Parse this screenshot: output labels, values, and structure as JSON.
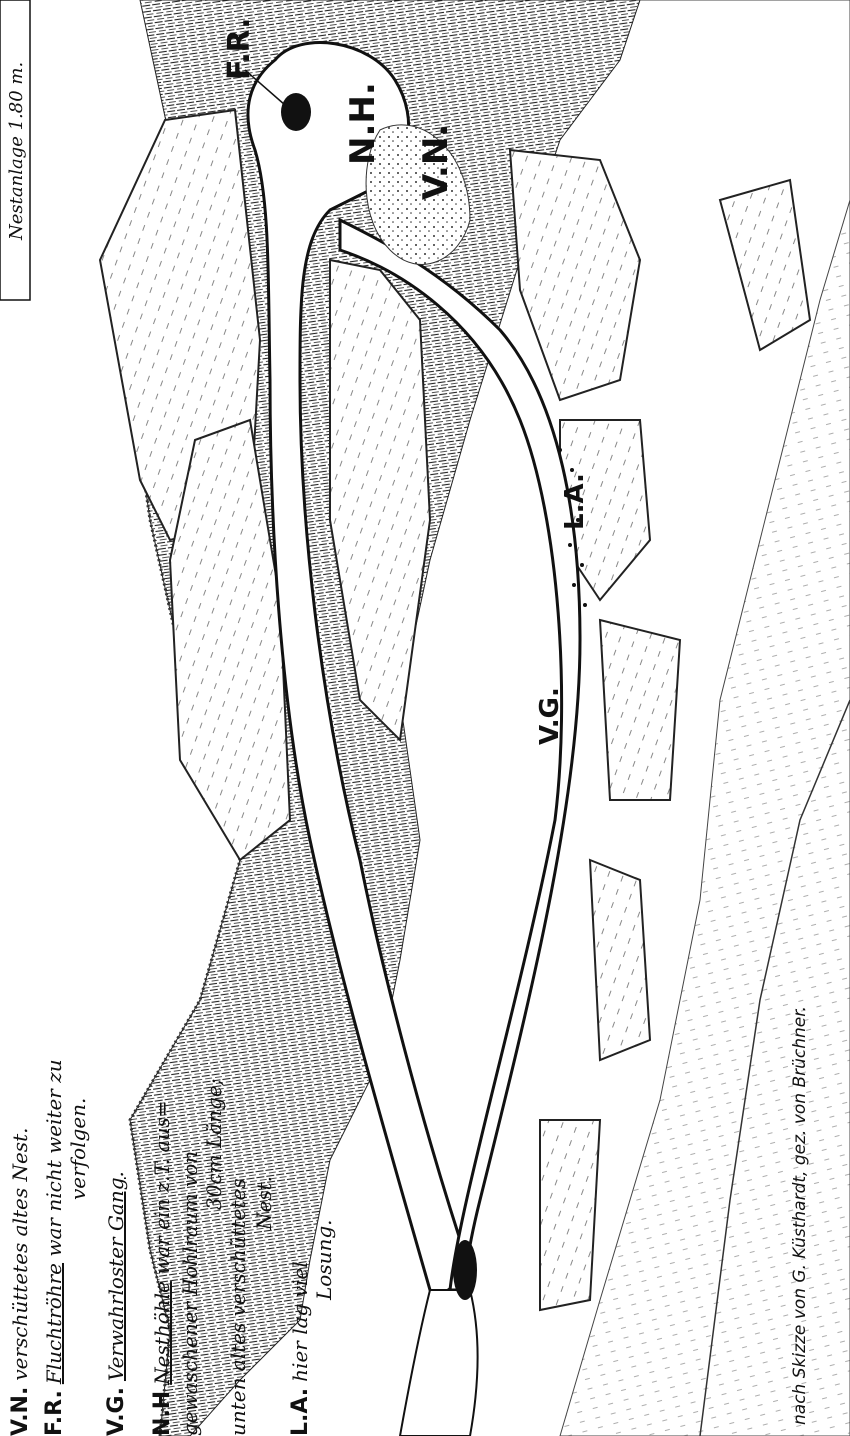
{
  "diagram": {
    "depth_label": "Nestanlage 1.80 m.",
    "labels": {
      "fr": "F.R.",
      "nh": "N.H.",
      "vn": "V.N.",
      "vg": "V.G.",
      "la": "L.A."
    },
    "legend": [
      {
        "abbr": "V.N.",
        "text": "verschüttetes altes Nest."
      },
      {
        "abbr": "F.R.",
        "underlined": "Fluchtröhre",
        "text": " war nicht weiter zu",
        "text2": "verfolgen."
      },
      {
        "abbr": "V.G.",
        "underlined": "Verwahrloster Gang",
        "text": "."
      },
      {
        "abbr": "N.H",
        "underlined": "Nesthöhle",
        "text": " war ein z.T. aus=",
        "text2": "gewaschener Hohlraum von",
        "text3": "30cm Länge;",
        "text4": "unten altes verschüttetes",
        "text5": "Nest."
      },
      {
        "abbr": "L.A.",
        "text": "hier lag viel",
        "text2": "Losung."
      }
    ],
    "credit": "nach Skizze von G. Küsthardt, gez. von Brüchner."
  }
}
